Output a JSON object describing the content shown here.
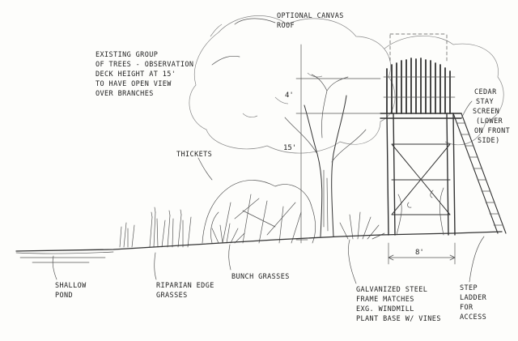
{
  "labels": {
    "canvas_roof": [
      "OPTIONAL CANVAS",
      "ROOF"
    ],
    "trees": [
      "EXISTING GROUP",
      "OF TREES - OBSERVATION",
      "DECK HEIGHT AT 15'",
      "TO HAVE OPEN VIEW",
      "OVER BRANCHES"
    ],
    "screen": [
      "CEDAR",
      "STAY",
      "SCREEN",
      "(LOWER",
      "ON FRONT",
      "SIDE)"
    ],
    "thickets": [
      "THICKETS"
    ],
    "pond": [
      "SHALLOW",
      "POND"
    ],
    "riparian": [
      "RIPARIAN EDGE",
      "GRASSES"
    ],
    "bunch": [
      "BUNCH GRASSES"
    ],
    "frame": [
      "GALVANIZED STEEL",
      "FRAME MATCHES",
      "EXG. WINDMILL",
      "PLANT BASE W/ VINES"
    ],
    "ladder": [
      "STEP",
      "LADDER",
      "FOR",
      "ACCESS"
    ]
  },
  "dimensions": {
    "upper": "4'",
    "lower": "15'",
    "width": "8'"
  }
}
